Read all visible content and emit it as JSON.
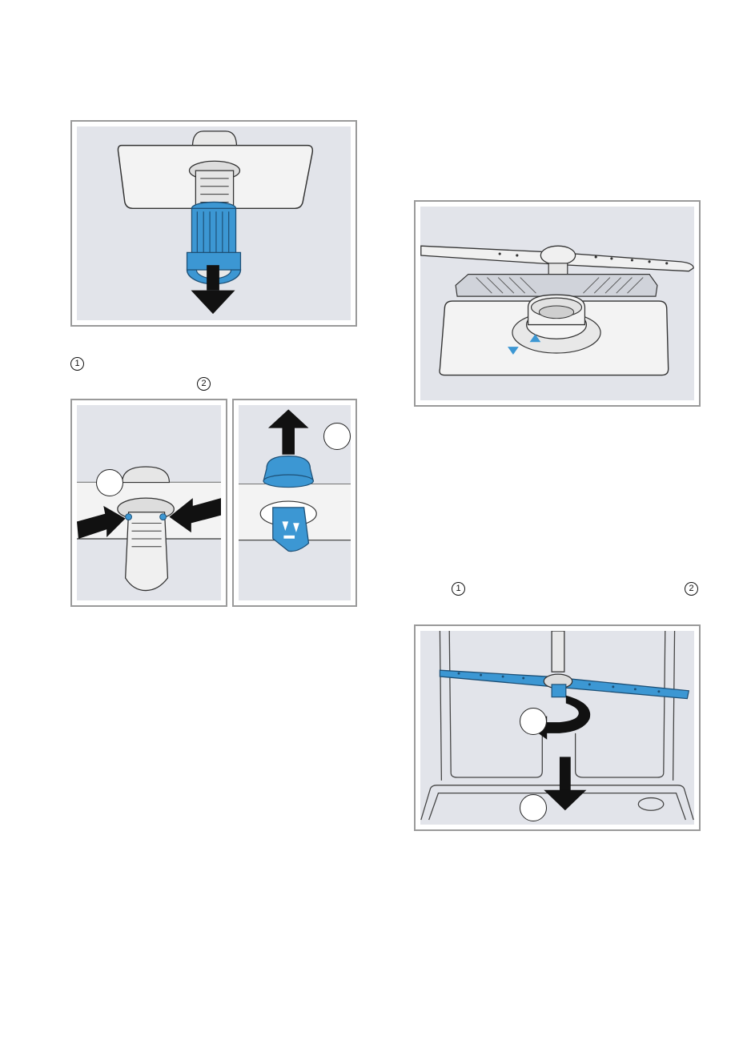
{
  "markers": {
    "left_step_1": "1",
    "left_step_2": "2",
    "right_step_1": "1",
    "right_step_2": "2"
  },
  "colors": {
    "panel_bg": "#e2e4ea",
    "frame": "#9a9a9a",
    "accent_blue": "#3c97d3",
    "arrow": "#111111"
  },
  "icons": [
    "arrow-down-icon",
    "arrow-up-icon",
    "arrow-right-icon",
    "arrow-left-icon",
    "rotate-arrow-icon",
    "arrow-triangle-marker-icon"
  ]
}
